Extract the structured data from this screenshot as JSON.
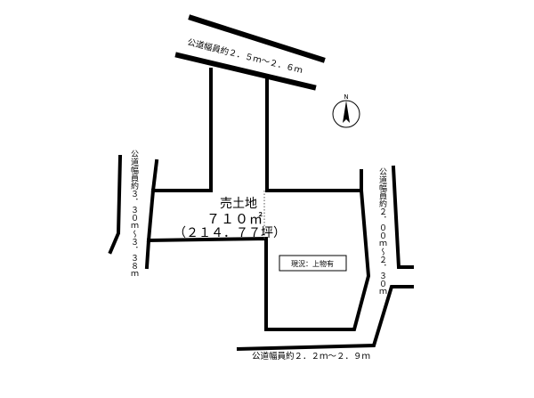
{
  "roads": {
    "top": "公道幅員約２．５ｍ～２．６ｍ",
    "left": "公道幅員約３．３０ｍ～３．３８ｍ",
    "right": "公道幅員約２．００ｍ～２．３０ｍ",
    "bottom": "公道幅員約２．２ｍ～２．９ｍ"
  },
  "compass": {
    "north_label": "N"
  },
  "parcel": {
    "title": "売土地",
    "area_sqm": "７１０㎡",
    "area_tsubo": "（２１４．７７坪）"
  },
  "status_note": "現況：上物有"
}
